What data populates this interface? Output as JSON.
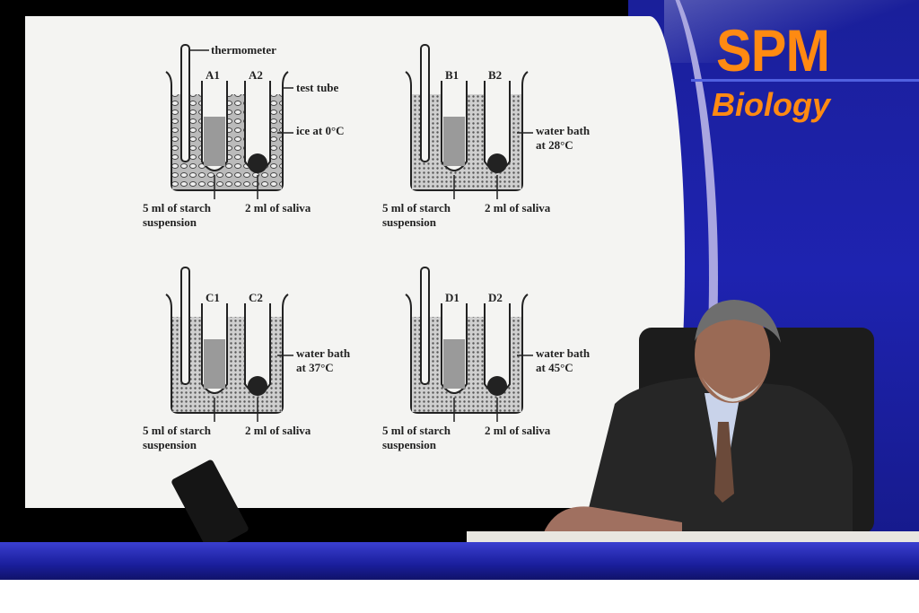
{
  "branding": {
    "title": "SPM",
    "subtitle": "Biology"
  },
  "colors": {
    "accent": "#ff8a12",
    "panel_blue": "#1e23b0"
  },
  "diagram": {
    "thermometer_label": "thermometer",
    "test_tube_label": "test tube",
    "starch_label_line1": "5 ml of starch",
    "starch_label_line2": "suspension",
    "saliva_label": "2 ml of saliva",
    "setups": [
      {
        "tube1": "A1",
        "tube2": "A2",
        "bath_line1": "ice at 0°C",
        "bath_line2": ""
      },
      {
        "tube1": "B1",
        "tube2": "B2",
        "bath_line1": "water bath",
        "bath_line2": "at 28°C"
      },
      {
        "tube1": "C1",
        "tube2": "C2",
        "bath_line1": "water bath",
        "bath_line2": "at 37°C"
      },
      {
        "tube1": "D1",
        "tube2": "D2",
        "bath_line1": "water bath",
        "bath_line2": "at 45°C"
      }
    ]
  }
}
